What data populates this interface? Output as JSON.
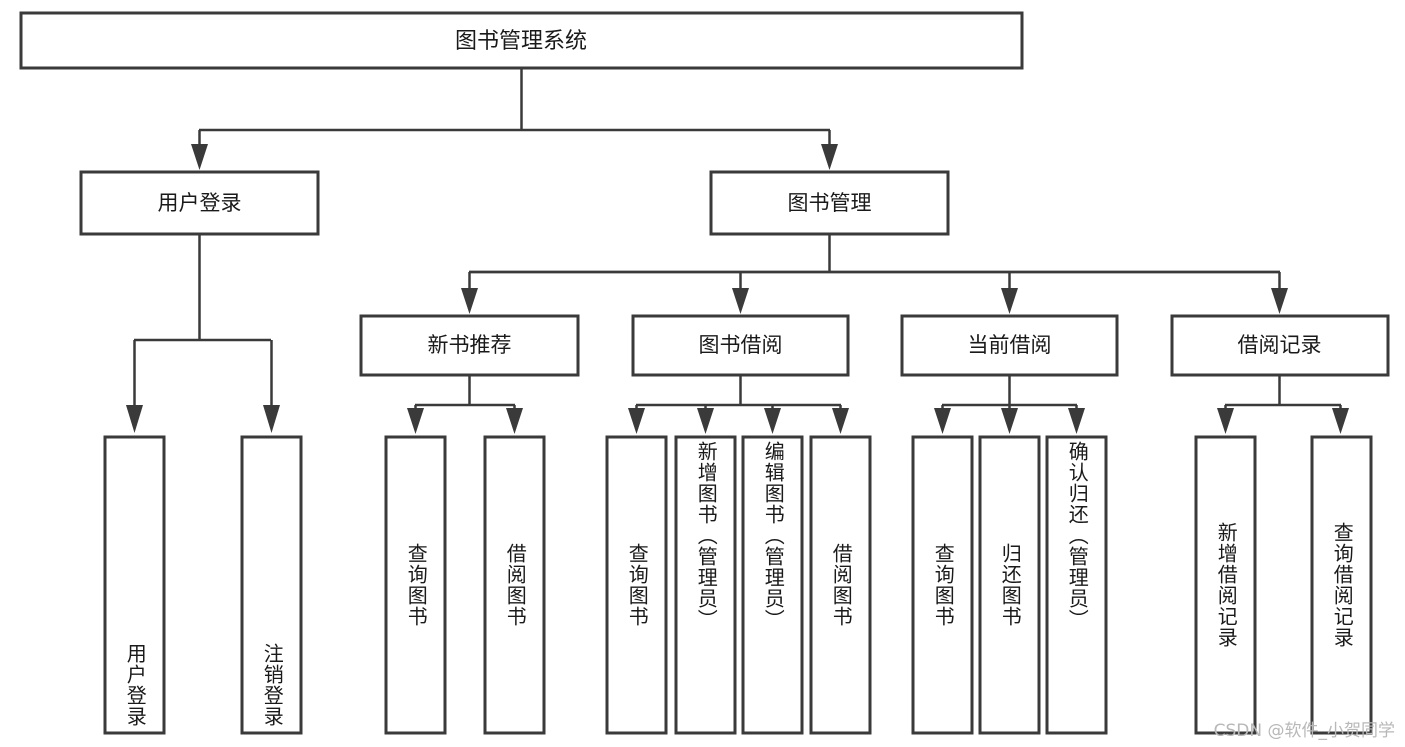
{
  "diagram": {
    "title": "图书管理系统",
    "type": "tree",
    "orientation": "top-down",
    "colors": {
      "box_stroke": "#3a3a3a",
      "box_fill": "#ffffff",
      "connector": "#3a3a3a",
      "text": "#1a1a1a",
      "watermark": "#b8b8b8",
      "background": "#ffffff"
    },
    "root": {
      "label": "图书管理系统"
    },
    "level2": [
      {
        "label": "用户登录"
      },
      {
        "label": "图书管理"
      }
    ],
    "level3": [
      {
        "label": "新书推荐"
      },
      {
        "label": "图书借阅"
      },
      {
        "label": "当前借阅"
      },
      {
        "label": "借阅记录"
      }
    ],
    "leaves": {
      "user_login": [
        {
          "label": "用户登录"
        },
        {
          "label": "注销登录"
        }
      ],
      "new_book_recommend": [
        {
          "label": "查询图书"
        },
        {
          "label": "借阅图书"
        }
      ],
      "book_borrow": [
        {
          "label": "查询图书"
        },
        {
          "label": "新增图书（管理员）"
        },
        {
          "label": "编辑图书（管理员）"
        },
        {
          "label": "借阅图书"
        }
      ],
      "current_borrow": [
        {
          "label": "查询图书"
        },
        {
          "label": "归还图书"
        },
        {
          "label": "确认归还（管理员）"
        }
      ],
      "borrow_record": [
        {
          "label": "新增借阅记录"
        },
        {
          "label": "查询借阅记录"
        }
      ]
    },
    "watermark": "CSDN @软件_小贺同学"
  }
}
